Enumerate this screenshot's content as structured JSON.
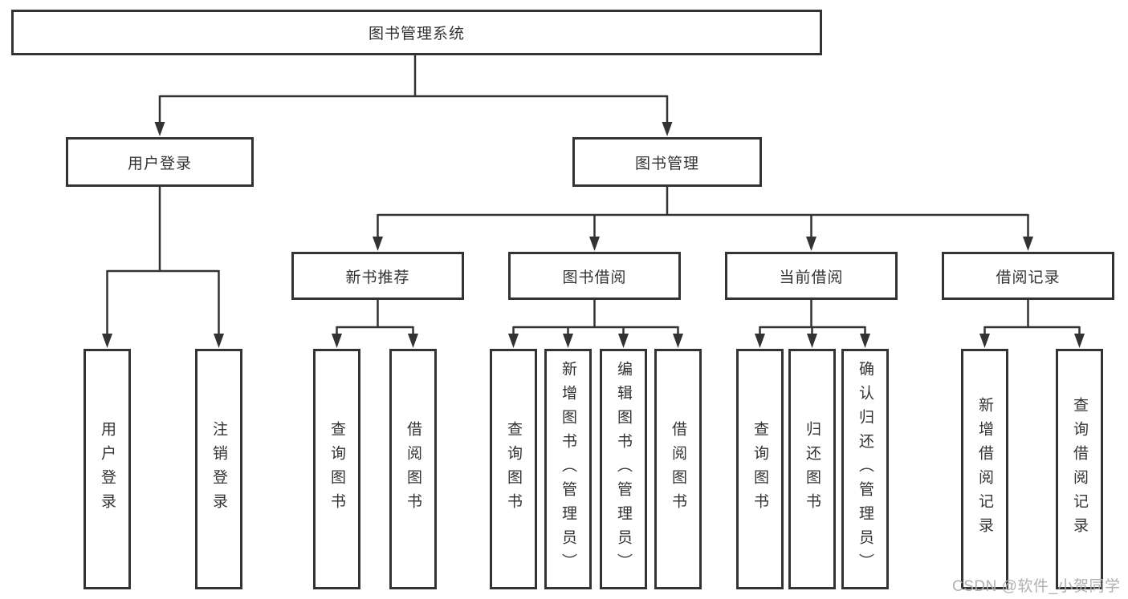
{
  "tree": {
    "root": {
      "label": "图书管理系统",
      "children": [
        {
          "label": "用户登录",
          "children": [
            {
              "label": "用户登录"
            },
            {
              "label": "注销登录"
            }
          ]
        },
        {
          "label": "图书管理",
          "children": [
            {
              "label": "新书推荐",
              "children": [
                {
                  "label": "查询图书"
                },
                {
                  "label": "借阅图书"
                }
              ]
            },
            {
              "label": "图书借阅",
              "children": [
                {
                  "label": "查询图书"
                },
                {
                  "label": "新增图书（管理员）"
                },
                {
                  "label": "编辑图书（管理员）"
                },
                {
                  "label": "借阅图书"
                }
              ]
            },
            {
              "label": "当前借阅",
              "children": [
                {
                  "label": "查询图书"
                },
                {
                  "label": "归还图书"
                },
                {
                  "label": "确认归还（管理员）"
                }
              ]
            },
            {
              "label": "借阅记录",
              "children": [
                {
                  "label": "新增借阅记录"
                },
                {
                  "label": "查询借阅记录"
                }
              ]
            }
          ]
        }
      ]
    }
  },
  "watermark": "CSDN @软件_小贺同学",
  "colors": {
    "line": "#333333",
    "box_border": "#333333",
    "text": "#333333",
    "watermark": "#b0b0b0",
    "background": "#ffffff"
  }
}
